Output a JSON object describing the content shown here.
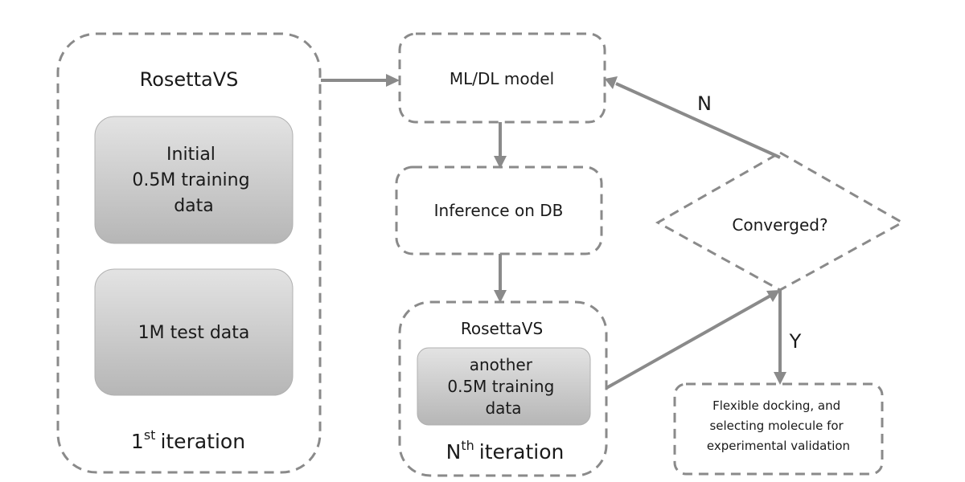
{
  "nodes": {
    "first_iteration": {
      "title": "RosettaVS",
      "data_box_1": [
        "Initial",
        "0.5M training",
        "data"
      ],
      "data_box_2": "1M test data",
      "iteration": {
        "number": "1",
        "sup": "st",
        "suffix": "iteration"
      }
    },
    "model": {
      "label": "ML/DL model"
    },
    "inference": {
      "label": "Inference on DB"
    },
    "nth_iteration": {
      "title": "RosettaVS",
      "data_box": [
        "another",
        "0.5M training",
        "data"
      ],
      "iteration": {
        "number": "N",
        "sup": "th",
        "suffix": "iteration"
      }
    },
    "decision": {
      "label": "Converged?"
    },
    "final": {
      "lines": [
        "Flexible docking, and",
        "selecting molecule for",
        "experimental validation"
      ]
    }
  },
  "edges": {
    "no_label": "N",
    "yes_label": "Y"
  },
  "colors": {
    "box_border": "#8a8a8a",
    "data_box_fill_top": "#e3e3e3",
    "data_box_fill_bottom": "#b6b6b6",
    "arrow": "#8a8a8a",
    "text": "#1a1a1a"
  }
}
